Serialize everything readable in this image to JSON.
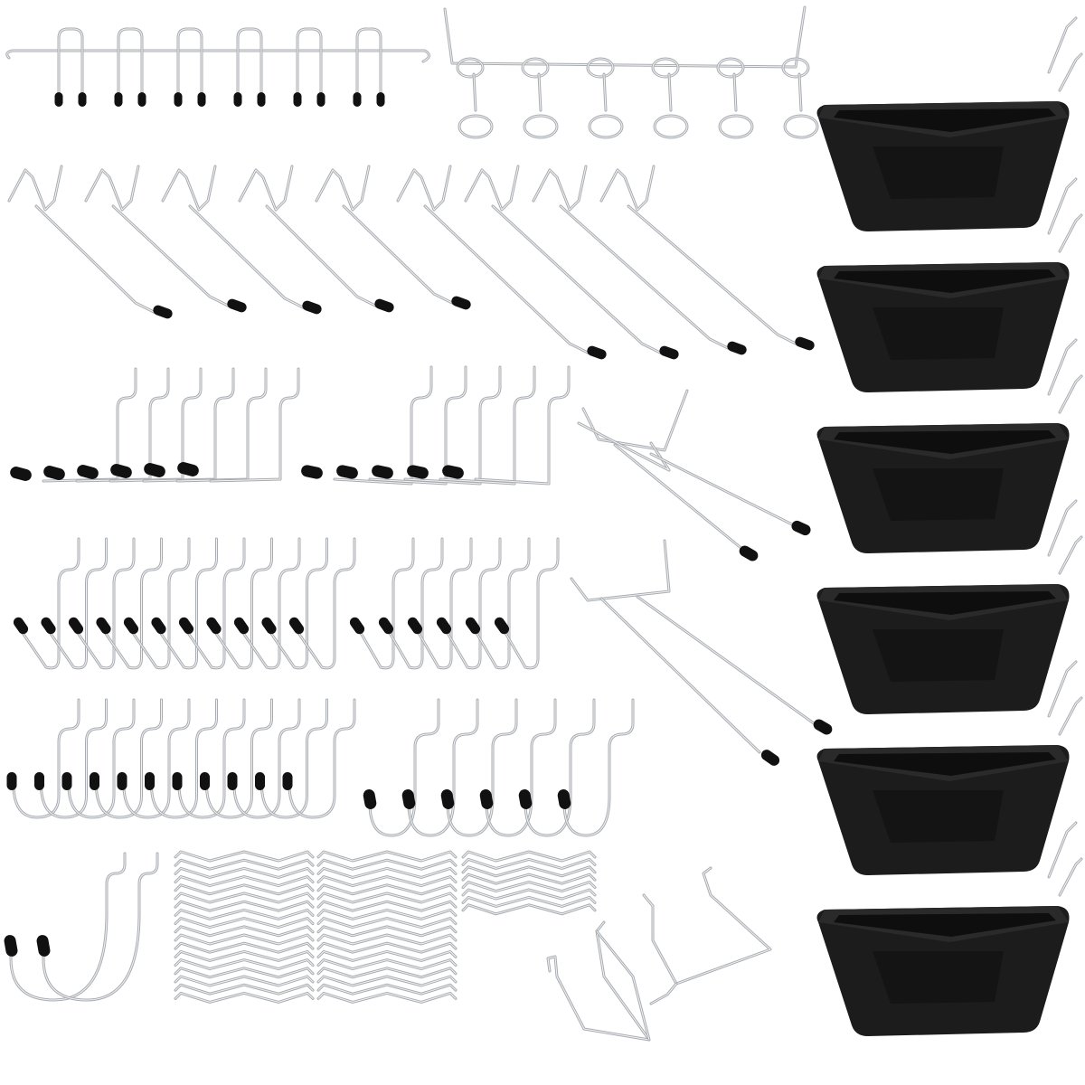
{
  "image": {
    "background": "#ffffff",
    "wire_color": "#a9acb1",
    "tip_color": "#111111",
    "bin_color": "#1c1c1c"
  },
  "groups": {
    "hook_rail_u": {
      "hooks": 6,
      "icon": "u-hook-rail-icon"
    },
    "ring_rail": {
      "rings": 6,
      "icon": "ring-rail-icon"
    },
    "straight_hooks": {
      "count": 9,
      "icon": "straight-pegboard-hook-icon"
    },
    "l_hooks_large": {
      "count": 6,
      "icon": "l-hook-icon"
    },
    "l_hooks_medium": {
      "count": 5,
      "icon": "l-hook-icon"
    },
    "double_prong_hooks": {
      "count": 2,
      "icon": "double-prong-hook-icon"
    },
    "curved_hooks_small": {
      "count": 11,
      "icon": "curved-hook-icon"
    },
    "curved_hooks_medium": {
      "count": 6,
      "icon": "curved-hook-icon"
    },
    "j_hooks_small": {
      "count": 11,
      "icon": "j-hook-icon"
    },
    "j_hooks_large": {
      "count": 6,
      "icon": "j-hook-icon"
    },
    "big_j_hooks": {
      "count": 2,
      "icon": "big-j-hook-icon"
    },
    "locking_clips_a": {
      "count": 18,
      "icon": "locking-clip-icon"
    },
    "locking_clips_b": {
      "count": 18,
      "icon": "locking-clip-icon"
    },
    "locking_clips_c": {
      "count": 8,
      "icon": "locking-clip-icon"
    },
    "spring_clips": {
      "count": 2,
      "icon": "spring-clip-icon"
    },
    "storage_bins": {
      "count": 6,
      "icon": "storage-bin-icon"
    }
  }
}
